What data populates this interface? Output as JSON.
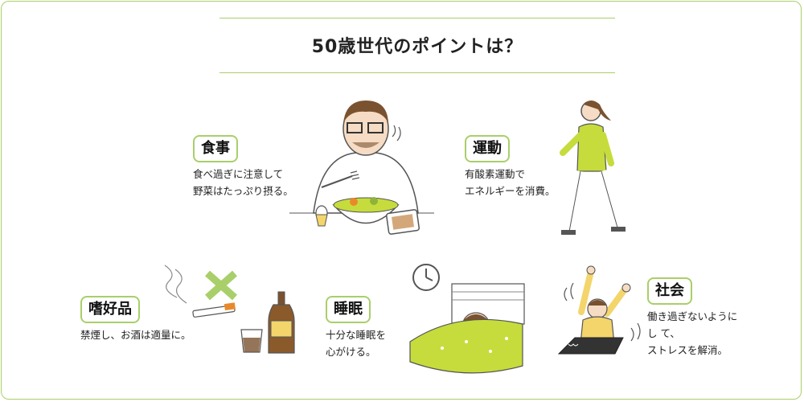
{
  "title": "50歳世代のポイントは？",
  "sections": [
    {
      "label": "食事",
      "desc": "食べ過ぎに注意して\n野菜はたっぷり摂る。"
    },
    {
      "label": "運動",
      "desc": "有酸素運動で\nエネルギーを消費。"
    },
    {
      "label": "嗜好品",
      "desc": "禁煙し、お酒は適量に。"
    },
    {
      "label": "睡眠",
      "desc": "十分な睡眠を\n心がける。"
    },
    {
      "label": "社会",
      "desc": "働き過ぎないように\nし て、\nストレスを解消。"
    }
  ],
  "colors": {
    "accent": "#a9cf6a",
    "green": "#c6dc3c",
    "orange": "#e88a2b",
    "brown": "#7a5230"
  }
}
